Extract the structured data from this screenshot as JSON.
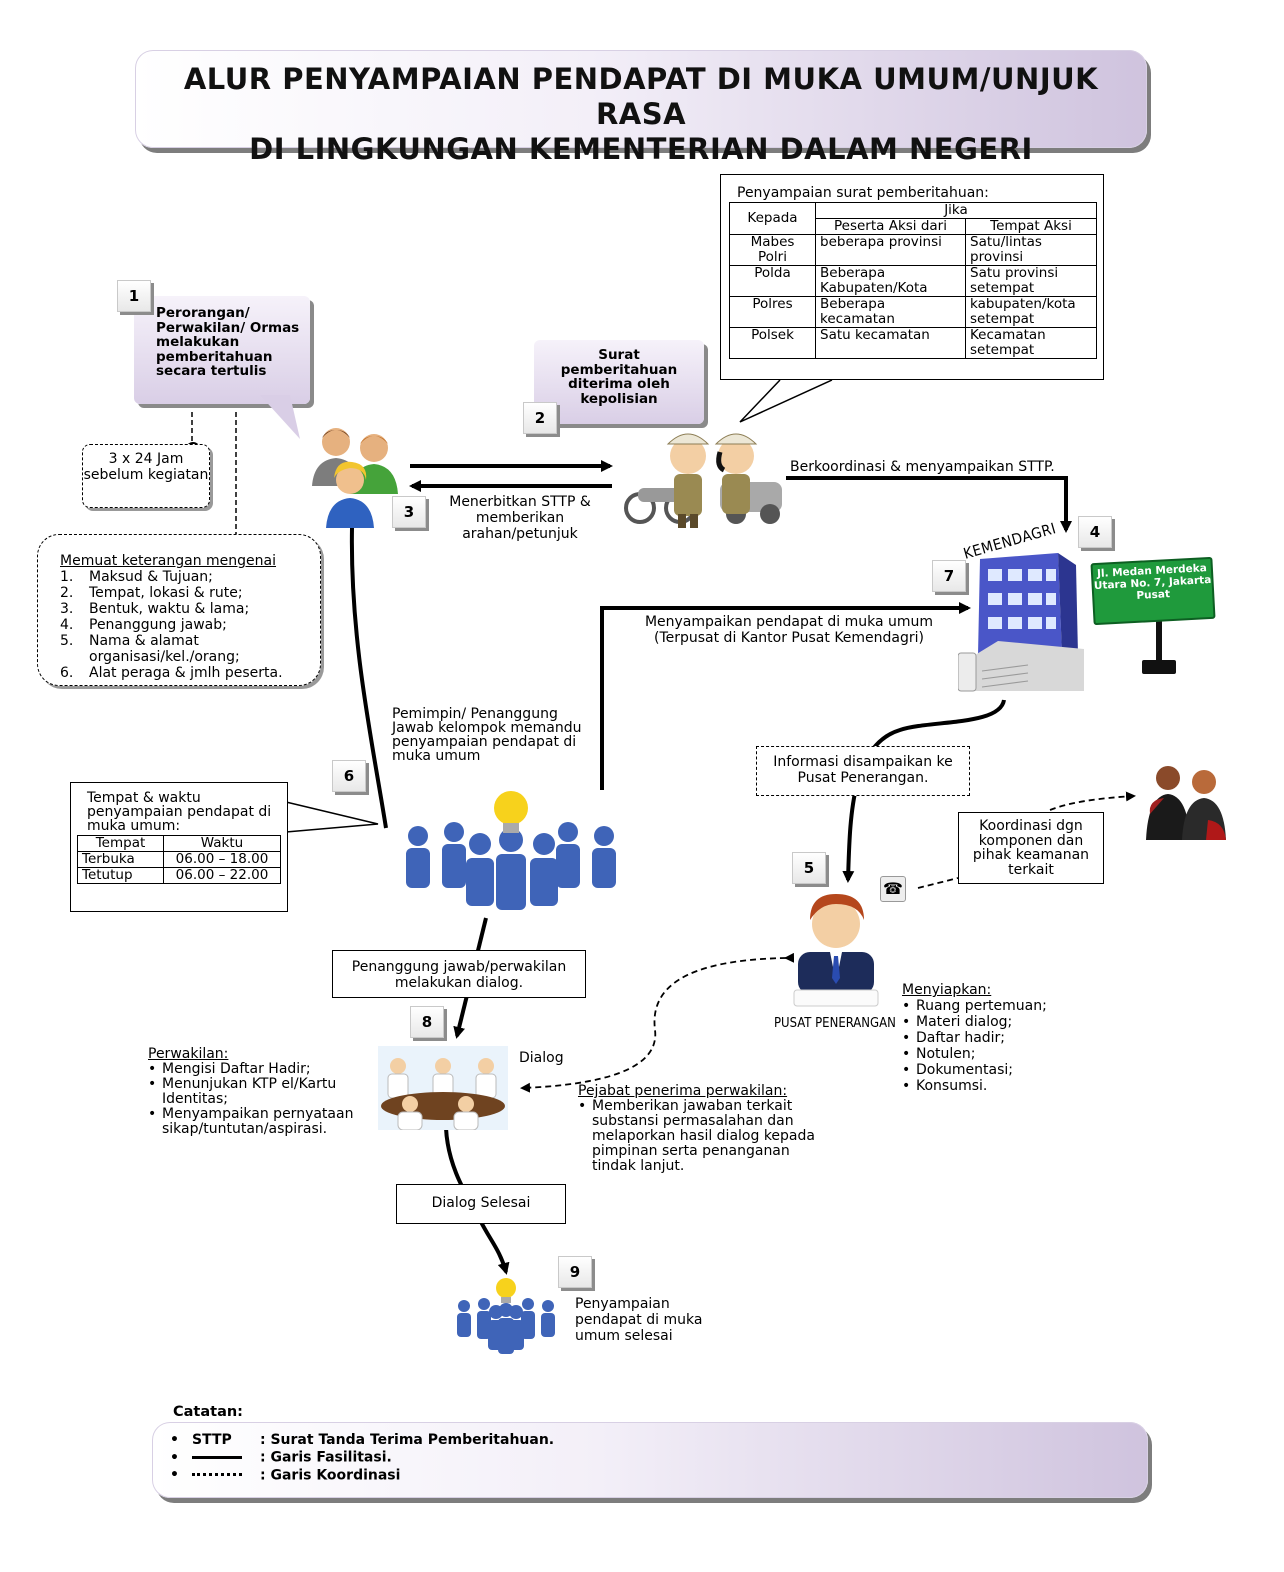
{
  "title": {
    "line1": "ALUR PENYAMPAIAN PENDAPAT DI MUKA UMUM/UNJUK RASA",
    "line2": "DI LINGKUNGAN KEMENTERIAN DALAM NEGERI"
  },
  "steps": {
    "s1": {
      "num": "1",
      "text": "Perorangan/ Perwakilan/ Ormas melakukan pemberitahuan secara tertulis"
    },
    "s2": {
      "num": "2",
      "text": "Surat pemberitahuan diterima oleh kepolisian"
    },
    "s3": {
      "num": "3",
      "text": "Menerbitkan STTP & memberikan arahan/petunjuk"
    },
    "s4": {
      "num": "4",
      "text": "Berkoordinasi & menyampaikan STTP."
    },
    "s5": {
      "num": "5"
    },
    "s6": {
      "num": "6",
      "text": "Pemimpin/ Penanggung Jawab kelompok memandu penyampaian pendapat di muka umum"
    },
    "s7": {
      "num": "7",
      "text_line1": "Menyampaikan pendapat di muka umum",
      "text_line2": "(Terpusat di Kantor Pusat Kemendagri)"
    },
    "s8": {
      "num": "8",
      "label": "Dialog"
    },
    "s9": {
      "num": "9",
      "text": "Penyampaian pendapat di muka umum selesai"
    }
  },
  "notes": {
    "time_before": "3 x 24 Jam sebelum kegiatan",
    "content_header": "Memuat keterangan mengenai",
    "content_items": [
      {
        "n": "1.",
        "t": "Maksud & Tujuan;"
      },
      {
        "n": "2.",
        "t": "Tempat, lokasi & rute;"
      },
      {
        "n": "3.",
        "t": "Bentuk, waktu & lama;"
      },
      {
        "n": "4.",
        "t": "Penanggung jawab;"
      },
      {
        "n": "5.",
        "t": "Nama & alamat organisasi/kel./orang;"
      },
      {
        "n": "6.",
        "t": "Alat peraga & jmlh peserta."
      }
    ],
    "info_pusat": "Informasi disampaikan ke Pusat Penerangan.",
    "koordinasi": "Koordinasi dgn komponen dan pihak keamanan terkait",
    "dialog_rep": "Penanggung jawab/perwakilan melakukan dialog.",
    "dialog_done": "Dialog Selesai"
  },
  "surat_table": {
    "caption": "Penyampaian surat pemberitahuan:",
    "h_kepada": "Kepada",
    "h_jika": "Jika",
    "h_peserta": "Peserta Aksi dari",
    "h_tempat": "Tempat Aksi",
    "rows": [
      {
        "kepada": "Mabes Polri",
        "peserta": "beberapa provinsi",
        "tempat": "Satu/lintas provinsi"
      },
      {
        "kepada": "Polda",
        "peserta": "Beberapa Kabupaten/Kota",
        "tempat": "Satu provinsi setempat"
      },
      {
        "kepada": "Polres",
        "peserta": "Beberapa kecamatan",
        "tempat": "kabupaten/kota setempat"
      },
      {
        "kepada": "Polsek",
        "peserta": "Satu kecamatan",
        "tempat": "Kecamatan setempat"
      }
    ]
  },
  "waktu_table": {
    "caption": "Tempat & waktu penyampaian pendapat di muka umum:",
    "h_tempat": "Tempat",
    "h_waktu": "Waktu",
    "rows": [
      {
        "tempat": "Terbuka",
        "waktu": "06.00 – 18.00"
      },
      {
        "tempat": "Tetutup",
        "waktu": "06.00 – 22.00"
      }
    ]
  },
  "building": {
    "label": "KEMENDAGRI",
    "sign": "Jl. Medan Merdeka Utara No. 7, Jakarta Pusat"
  },
  "pusat": {
    "label": "PUSAT PENERANGAN",
    "prep_header": "Menyiapkan:",
    "prep_items": [
      "Ruang pertemuan;",
      "Materi dialog;",
      "Daftar hadir;",
      "Notulen;",
      "Dokumentasi;",
      "Konsumsi."
    ]
  },
  "perwakilan": {
    "header": "Perwakilan:",
    "items": [
      "Mengisi Daftar Hadir;",
      "Menunjukan KTP el/Kartu Identitas;",
      "Menyampaikan pernyataan sikap/tuntutan/aspirasi."
    ]
  },
  "pejabat": {
    "header": "Pejabat penerima perwakilan:",
    "items": [
      "Memberikan jawaban terkait substansi permasalahan dan melaporkan hasil dialog kepada pimpinan serta penanganan tindak lanjut."
    ]
  },
  "catatan": {
    "title": "Catatan:",
    "sttp_key": "STTP",
    "sttp_val": ": Surat Tanda Terima Pemberitahuan.",
    "solid_val": ": Garis Fasilitasi.",
    "dotted_val": ": Garis Koordinasi"
  },
  "colors": {
    "banner_purple": "#cfc3de",
    "people_blue": "#3f64b8",
    "building_blue": "#4a56c8",
    "sign_green": "#1f9a3c",
    "bulb_yellow": "#f7d21c"
  }
}
